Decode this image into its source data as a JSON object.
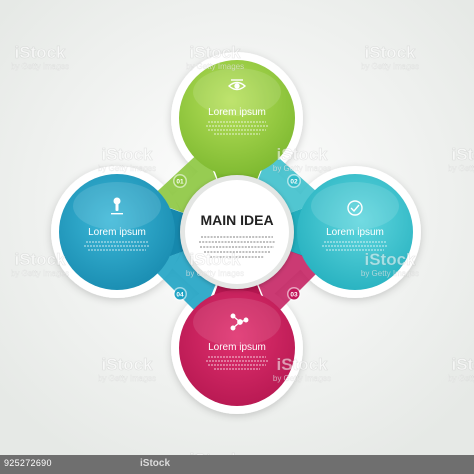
{
  "diagram": {
    "center": {
      "title": "MAIN IDEA"
    },
    "items": [
      {
        "number": "01",
        "title": "Lorem ipsum",
        "color": "#8cc63f",
        "icon": "eye-icon"
      },
      {
        "number": "02",
        "title": "Lorem ipsum",
        "color": "#33bcc9",
        "icon": "clock-badge-icon"
      },
      {
        "number": "03",
        "title": "Lorem ipsum",
        "color": "#c2185b",
        "icon": "molecule-icon"
      },
      {
        "number": "04",
        "title": "Lorem ipsum",
        "color": "#1fa3c4",
        "icon": "keyhole-icon"
      }
    ]
  },
  "watermark": {
    "brand": "iStock",
    "subtitle": "by Getty Images"
  },
  "footer": {
    "stock_id": "925272690",
    "brand": "iStock"
  }
}
